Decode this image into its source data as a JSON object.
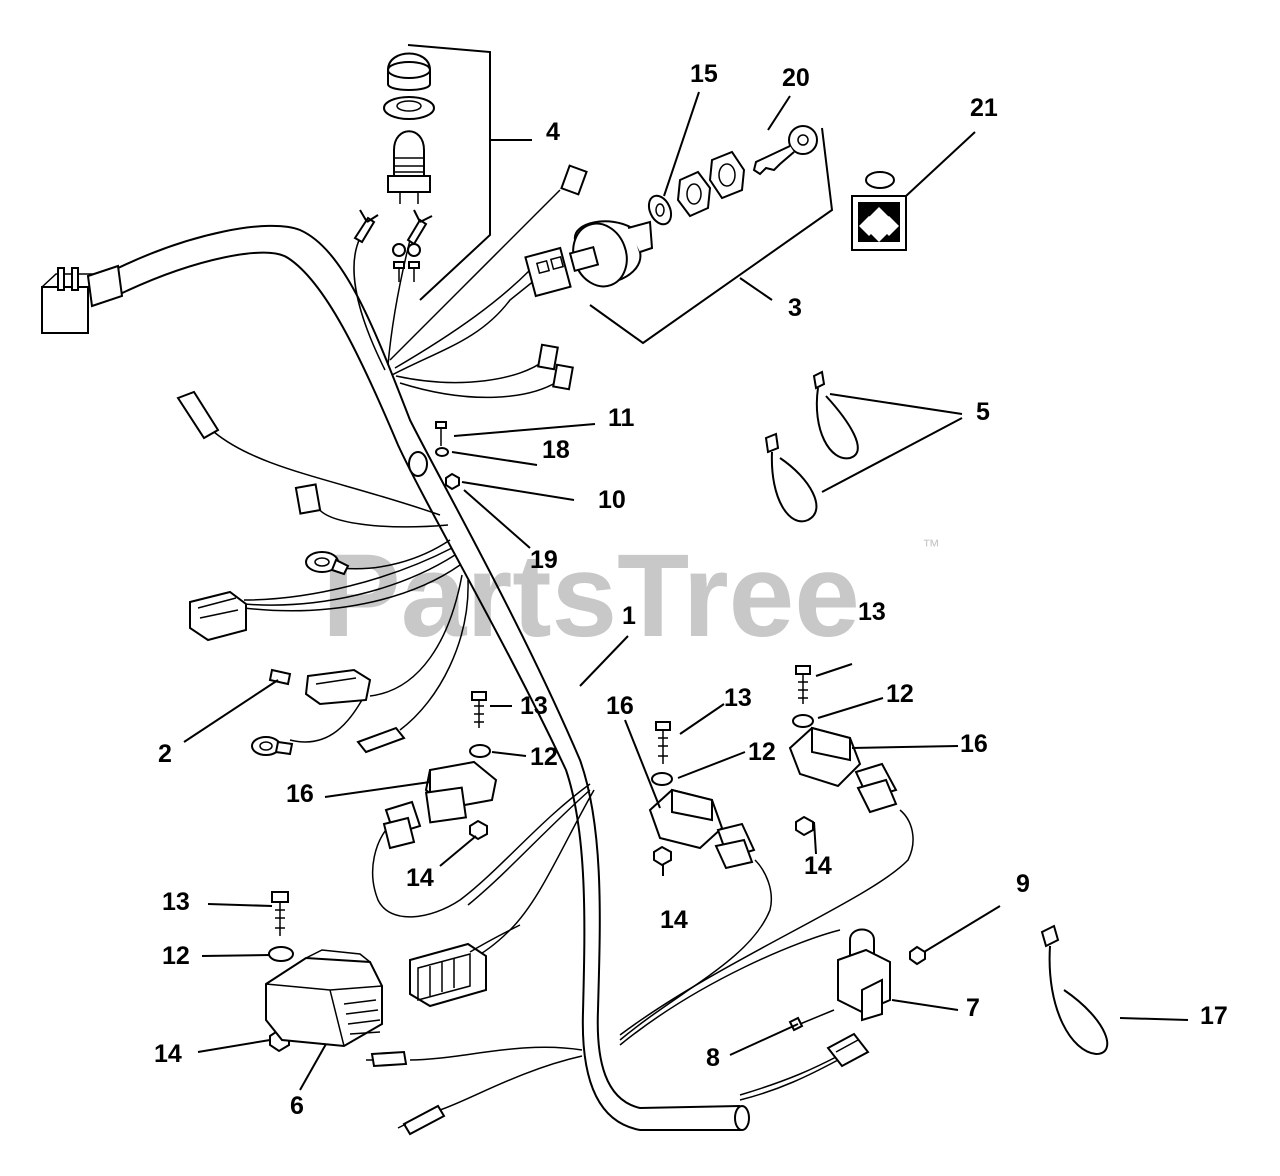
{
  "watermark": {
    "text": "PartsTree",
    "trademark": "™"
  },
  "labels": [
    {
      "id": "lbl-1",
      "text": "1"
    },
    {
      "id": "lbl-2",
      "text": "2"
    },
    {
      "id": "lbl-3",
      "text": "3"
    },
    {
      "id": "lbl-4",
      "text": "4"
    },
    {
      "id": "lbl-5",
      "text": "5"
    },
    {
      "id": "lbl-6",
      "text": "6"
    },
    {
      "id": "lbl-7",
      "text": "7"
    },
    {
      "id": "lbl-8",
      "text": "8"
    },
    {
      "id": "lbl-9",
      "text": "9"
    },
    {
      "id": "lbl-10",
      "text": "10"
    },
    {
      "id": "lbl-11",
      "text": "11"
    },
    {
      "id": "lbl-12a",
      "text": "12"
    },
    {
      "id": "lbl-12b",
      "text": "12"
    },
    {
      "id": "lbl-12c",
      "text": "12"
    },
    {
      "id": "lbl-12d",
      "text": "12"
    },
    {
      "id": "lbl-13a",
      "text": "13"
    },
    {
      "id": "lbl-13b",
      "text": "13"
    },
    {
      "id": "lbl-13c",
      "text": "13"
    },
    {
      "id": "lbl-13d",
      "text": "13"
    },
    {
      "id": "lbl-14a",
      "text": "14"
    },
    {
      "id": "lbl-14b",
      "text": "14"
    },
    {
      "id": "lbl-14c",
      "text": "14"
    },
    {
      "id": "lbl-14d",
      "text": "14"
    },
    {
      "id": "lbl-15",
      "text": "15"
    },
    {
      "id": "lbl-16a",
      "text": "16"
    },
    {
      "id": "lbl-16b",
      "text": "16"
    },
    {
      "id": "lbl-16c",
      "text": "16"
    },
    {
      "id": "lbl-17",
      "text": "17"
    },
    {
      "id": "lbl-18",
      "text": "18"
    },
    {
      "id": "lbl-19",
      "text": "19"
    },
    {
      "id": "lbl-20",
      "text": "20"
    },
    {
      "id": "lbl-21",
      "text": "21"
    }
  ]
}
